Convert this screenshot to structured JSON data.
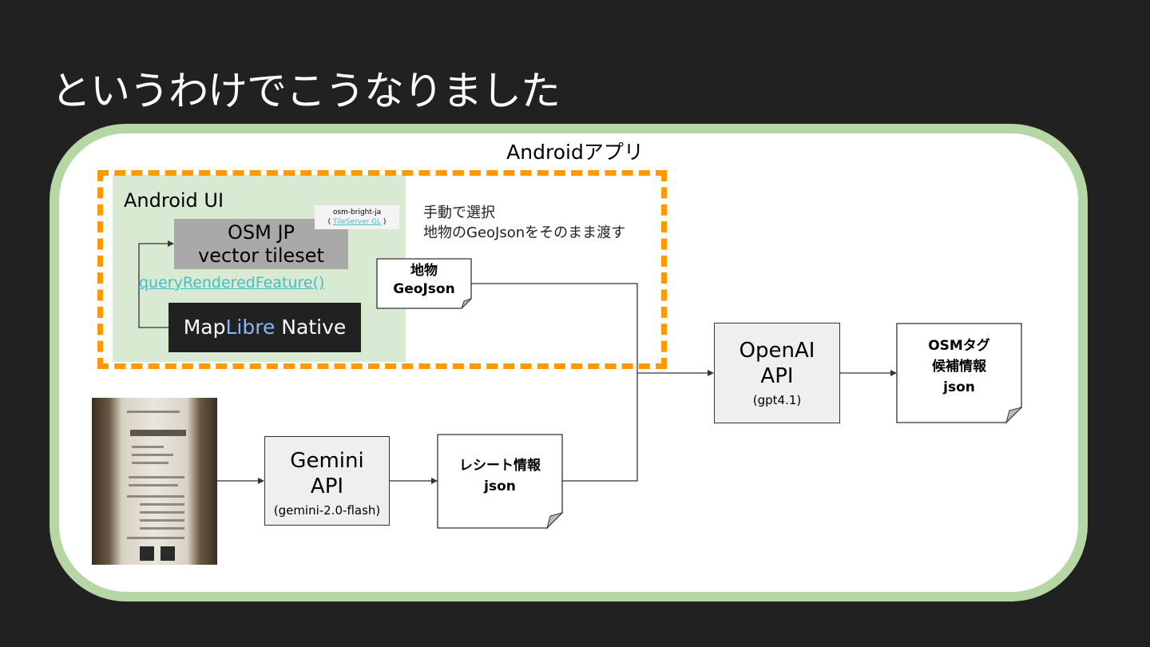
{
  "slide": {
    "title": "というわけでこうなりました"
  },
  "app": {
    "label": "Androidアプリ"
  },
  "android_ui": {
    "label": "Android UI",
    "tileset": {
      "line1": "OSM JP",
      "line2": "vector tileset"
    },
    "style_note": {
      "name": "osm-bright-ja",
      "open": "( ",
      "link": "TileServer GL",
      "close": " )"
    },
    "query_link": "queryRenderedFeature()",
    "maplibre": {
      "part1": "Map",
      "part2": "Libre",
      "part3": " Native"
    }
  },
  "manual_note": {
    "line1": "手動で選択",
    "line2": "地物のGeoJsonをそのまま渡す"
  },
  "geojson_doc": {
    "line1": "地物",
    "line2": "GeoJson"
  },
  "gemini": {
    "line1": "Gemini",
    "line2": "API",
    "model": "(gemini-2.0-flash)"
  },
  "receipt_doc": {
    "line1": "レシート情報",
    "line2": "json"
  },
  "openai": {
    "line1": "OpenAI",
    "line2": "API",
    "model": "(gpt4.1)"
  },
  "osm_tag_doc": {
    "line1": "OSMタグ",
    "line2": "候補情報",
    "line3": "json"
  },
  "colors": {
    "background": "#212121",
    "app_frame_border": "#b7d6a5",
    "ui_panel": "#d9ead3",
    "dashed_border": "#ff9900",
    "link": "#46bdc6",
    "libre_accent": "#8ab4f8"
  },
  "icons": {
    "receipt_photo": "receipt-photo-image"
  }
}
